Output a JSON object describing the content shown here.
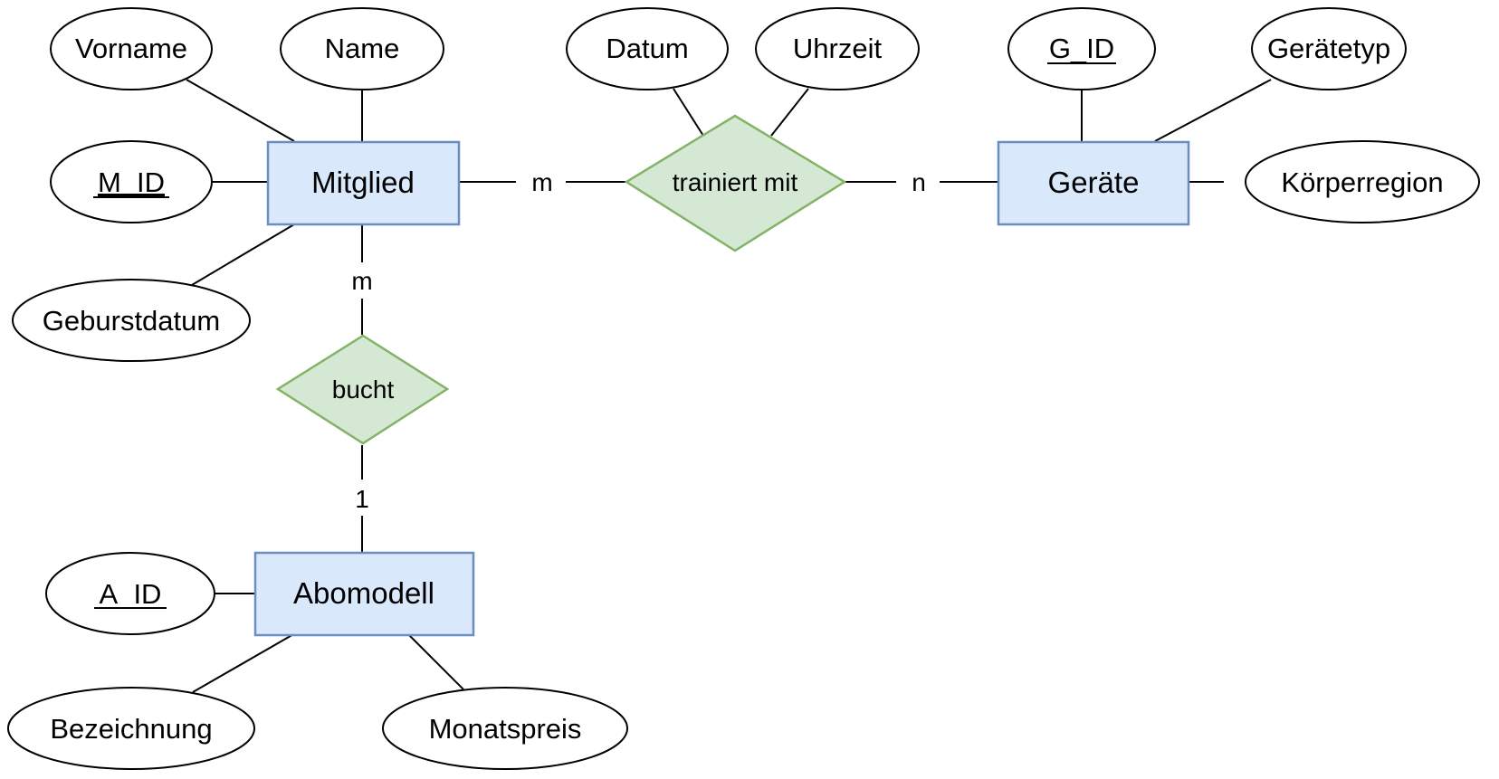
{
  "diagram": {
    "type": "entity-relationship",
    "colors": {
      "entity_fill": "#dae8fc",
      "entity_stroke": "#6c8ebf",
      "relationship_fill": "#d5e8d4",
      "relationship_stroke": "#82b366",
      "attribute_stroke": "#000000"
    },
    "entities": {
      "mitglied": {
        "label": "Mitglied"
      },
      "geraete": {
        "label": "Geräte"
      },
      "abomodell": {
        "label": "Abomodell"
      }
    },
    "relationships": {
      "trainiert_mit": {
        "label": "trainiert mit"
      },
      "bucht": {
        "label": "bucht"
      }
    },
    "attributes": {
      "vorname": {
        "label": "Vorname",
        "key": false,
        "entity": "Mitglied"
      },
      "name": {
        "label": "Name",
        "key": false,
        "entity": "Mitglied"
      },
      "m_id": {
        "label": "M_ID",
        "key": true,
        "entity": "Mitglied"
      },
      "geburtsdatum": {
        "label": "Geburstdatum",
        "key": false,
        "entity": "Mitglied"
      },
      "datum": {
        "label": "Datum",
        "key": false,
        "entity": "trainiert mit"
      },
      "uhrzeit": {
        "label": "Uhrzeit",
        "key": false,
        "entity": "trainiert mit"
      },
      "g_id": {
        "label": "G_ID",
        "key": true,
        "entity": "Geräte"
      },
      "geraetetyp": {
        "label": "Gerätetyp",
        "key": false,
        "entity": "Geräte"
      },
      "koerperregion": {
        "label": "Körperregion",
        "key": false,
        "entity": "Geräte"
      },
      "a_id": {
        "label": "A_ID",
        "key": true,
        "entity": "Abomodell"
      },
      "bezeichnung": {
        "label": "Bezeichnung",
        "key": false,
        "entity": "Abomodell"
      },
      "monatspreis": {
        "label": "Monatspreis",
        "key": false,
        "entity": "Abomodell"
      }
    },
    "cardinalities": {
      "mitglied_trainiert": "m",
      "geraete_trainiert": "n",
      "mitglied_bucht": "m",
      "abomodell_bucht": "1"
    }
  }
}
